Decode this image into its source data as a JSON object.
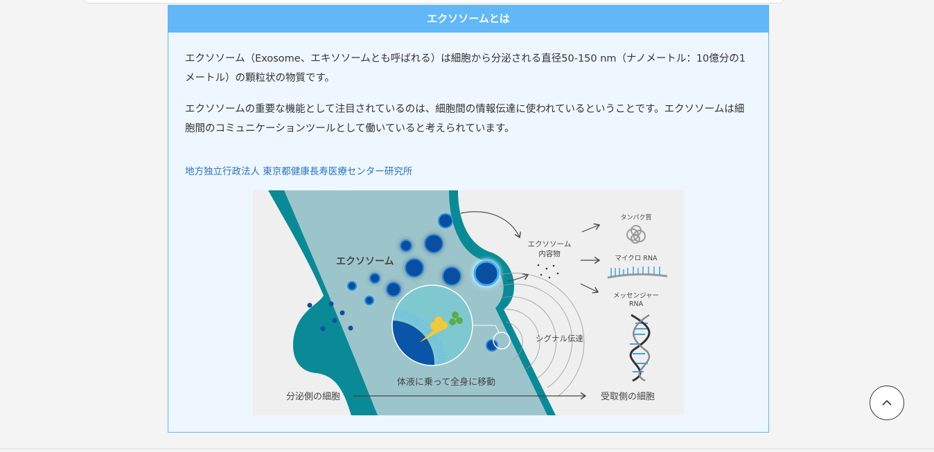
{
  "section": {
    "title": "エクソソームとは",
    "paragraphs": [
      "エクソソーム（Exosome、エキソソームとも呼ばれる）は細胞から分泌される直径50-150 nm（ナノメートル：10億分の1メートル）の顆粒状の物質です。",
      "エクソソームの重要な機能として注目されているのは、細胞間の情報伝達に使われているということです。エクソソームは細胞間のコミュニケーションツールとして働いていると考えられています。"
    ],
    "source_link": "地方独立行政法人 東京都健康長寿医療センター研究所"
  },
  "figure": {
    "exosome_label": "エクソソーム",
    "contents_label_1": "エクソソーム",
    "contents_label_2": "内容物",
    "protein_label": "タンパク質",
    "microrna_label": "マイクロ RNA",
    "mrna_label_1": "メッセンジャー",
    "mrna_label_2": "RNA",
    "signal_label": "シグナル伝達",
    "travel_label": "体液に乗って全身に移動",
    "sender_label": "分泌側の細胞",
    "receiver_label": "受取側の細胞"
  },
  "colors": {
    "header": "#62b8f6",
    "teal": "#0a8a96",
    "fluid": "#9cc5cb",
    "exosome": "#0a4ea0",
    "link": "#2a76c8"
  },
  "scroll_top": {
    "icon": "chevron-up-icon"
  }
}
